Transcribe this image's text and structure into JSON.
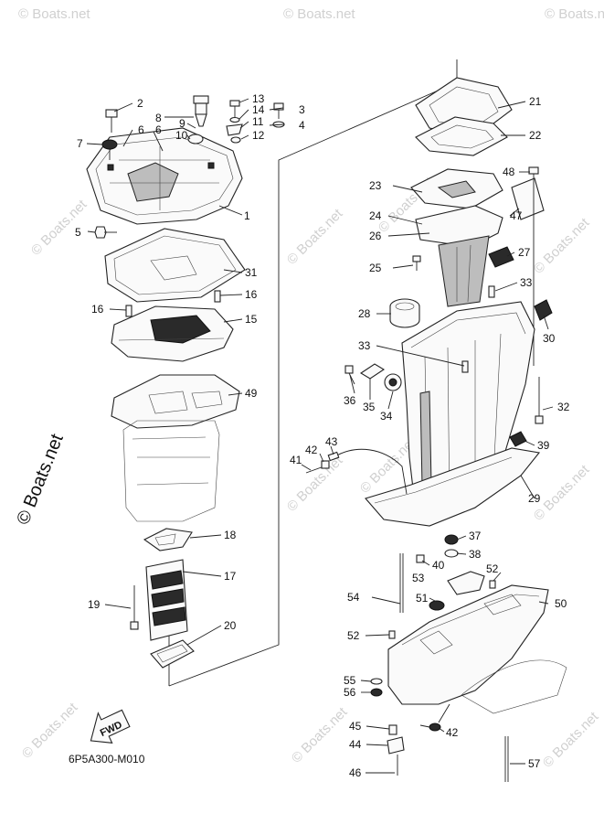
{
  "diagram": {
    "labels": {
      "1": "1",
      "2": "2",
      "3": "3",
      "4": "4",
      "5": "5",
      "6a": "6",
      "6b": "6",
      "7": "7",
      "8": "8",
      "9": "9",
      "10": "10",
      "11": "11",
      "12": "12",
      "13": "13",
      "14": "14",
      "15": "15",
      "16a": "16",
      "16b": "16",
      "17": "17",
      "18": "18",
      "19": "19",
      "20": "20",
      "21": "21",
      "22": "22",
      "23": "23",
      "24": "24",
      "25": "25",
      "26": "26",
      "27": "27",
      "28": "28",
      "29": "29",
      "30": "30",
      "31": "31",
      "32": "32",
      "33a": "33",
      "33b": "33",
      "34": "34",
      "35": "35",
      "36": "36",
      "37": "37",
      "38": "38",
      "39": "39",
      "40": "40",
      "41": "41",
      "42a": "42",
      "42b": "42",
      "43": "43",
      "44": "44",
      "45": "45",
      "46": "46",
      "47": "47",
      "48": "48",
      "49": "49",
      "50": "50",
      "51": "51",
      "52a": "52",
      "52b": "52",
      "53": "53",
      "54": "54",
      "55": "55",
      "56": "56",
      "57": "57"
    },
    "fwd_label": "FWD",
    "drawing_code": "6P5A300-M010",
    "watermark_vertical": "© Boats.net",
    "watermark_main": "© Boats.net",
    "watermark_tile": "© Boats.net"
  }
}
